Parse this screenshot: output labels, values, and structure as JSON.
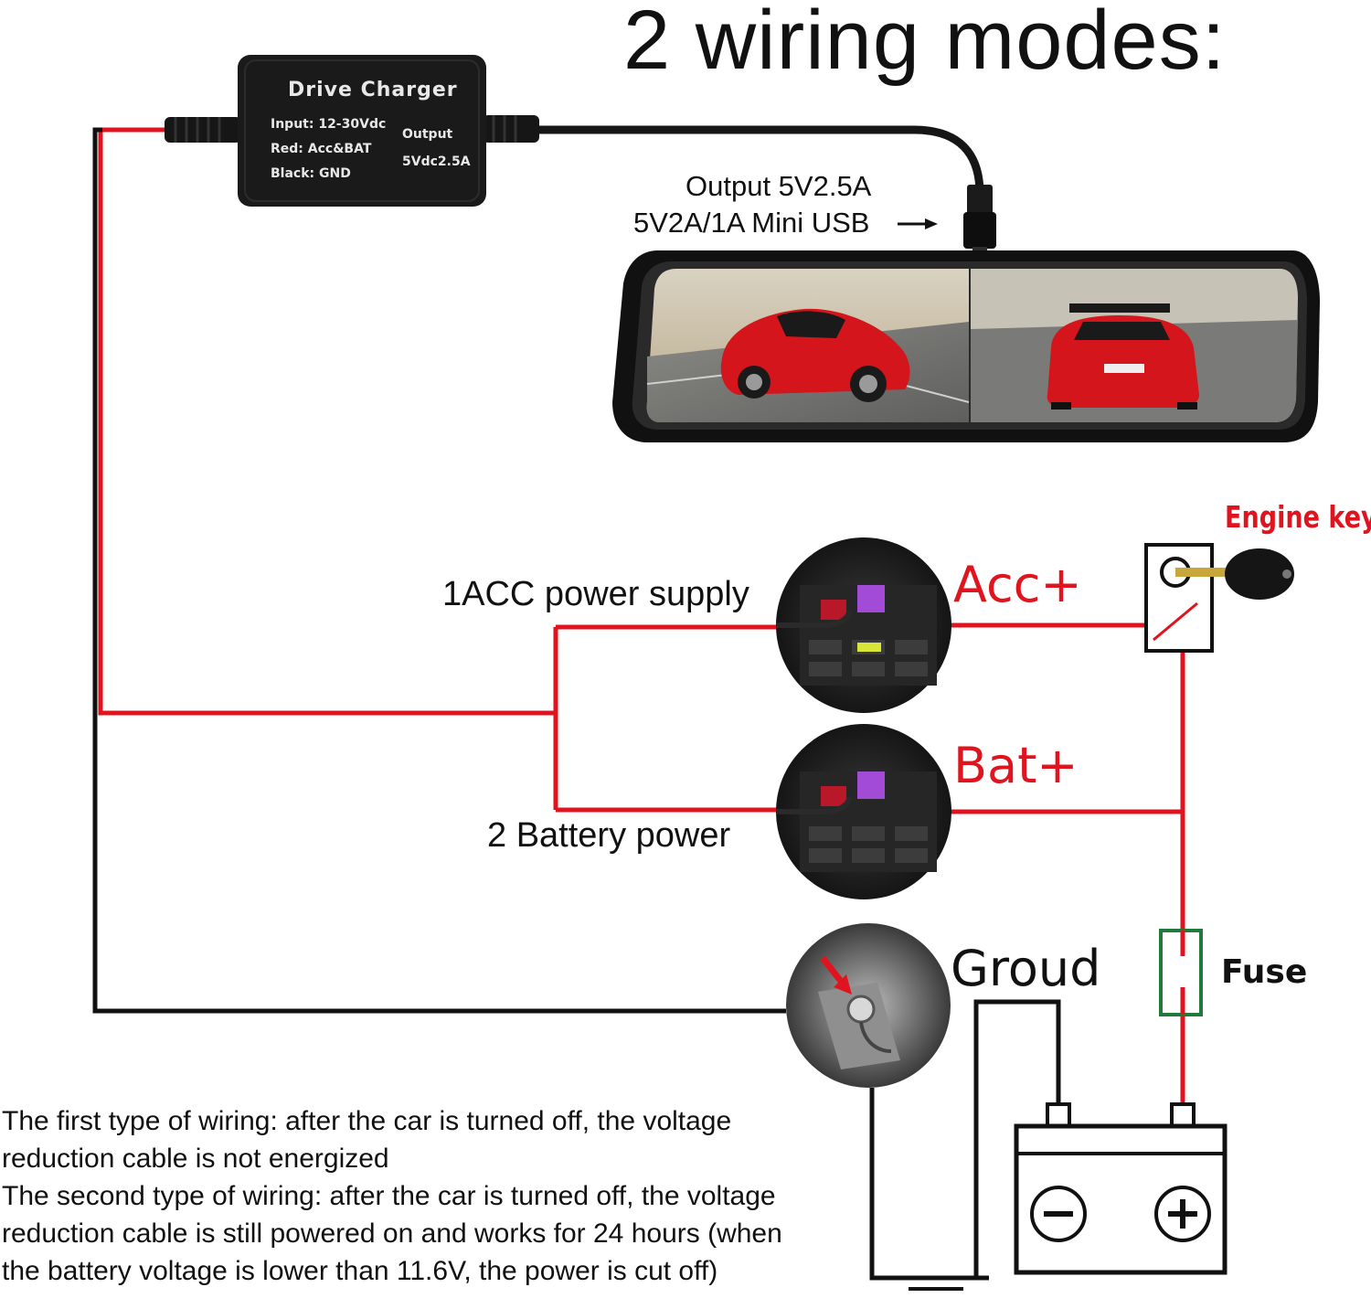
{
  "title": "2 wiring modes:",
  "charger": {
    "title": "Drive Charger",
    "input": "Input: 12-30Vdc",
    "red": "Red: Acc&BAT",
    "black": "Black: GND",
    "output": "Output",
    "output_value": "5Vdc2.5A"
  },
  "output_label_1": "Output 5V2.5A",
  "output_label_2": "5V2A/1A Mini USB",
  "acc_supply_label": "1ACC power supply",
  "battery_label": "2 Battery power",
  "acc_plus": "Acc+",
  "bat_plus": "Bat+",
  "engine_key": "Engine key",
  "ground_label": "Groud",
  "fuse_label": "Fuse",
  "notes": [
    "The first type of wiring: after the car is turned off, the voltage",
    "reduction cable is not energized",
    "The second type of wiring: after the car is turned off, the voltage",
    "reduction cable is still powered on and works for 24 hours (when",
    "the battery voltage is lower than 11.6V, the power is cut off)"
  ],
  "colors": {
    "wire_red": "#e0141e",
    "wire_black": "#111111",
    "fuse_green": "#1f7a3c"
  }
}
